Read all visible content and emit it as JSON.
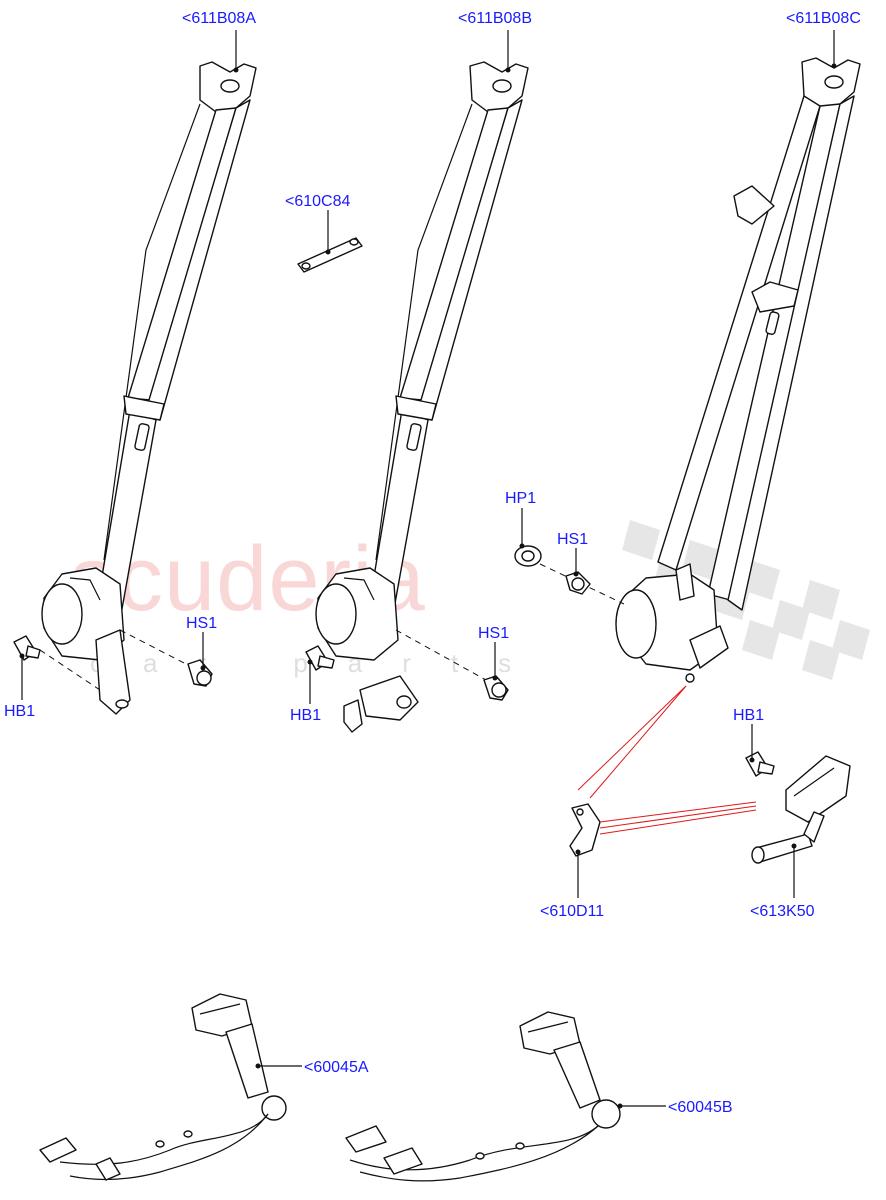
{
  "watermark": {
    "brand": "scuderia",
    "subtitle": "car parts"
  },
  "callouts": {
    "611B08A": "<611B08A",
    "611B08B": "<611B08B",
    "611B08C": "<611B08C",
    "610C84": "<610C84",
    "HP1": "HP1",
    "HS1_a": "HS1",
    "HB1_a": "HB1",
    "HS1_b": "HS1",
    "HB1_b": "HB1",
    "HS1_c": "HS1",
    "HB1_c": "HB1",
    "610D11": "<610D11",
    "613K50": "<613K50",
    "60045A": "<60045A",
    "60045B": "<60045B"
  },
  "colors": {
    "callout": "#1a1aff",
    "leader": "#111111",
    "red_link": "#e01818",
    "watermark": "#f5b8b8"
  }
}
